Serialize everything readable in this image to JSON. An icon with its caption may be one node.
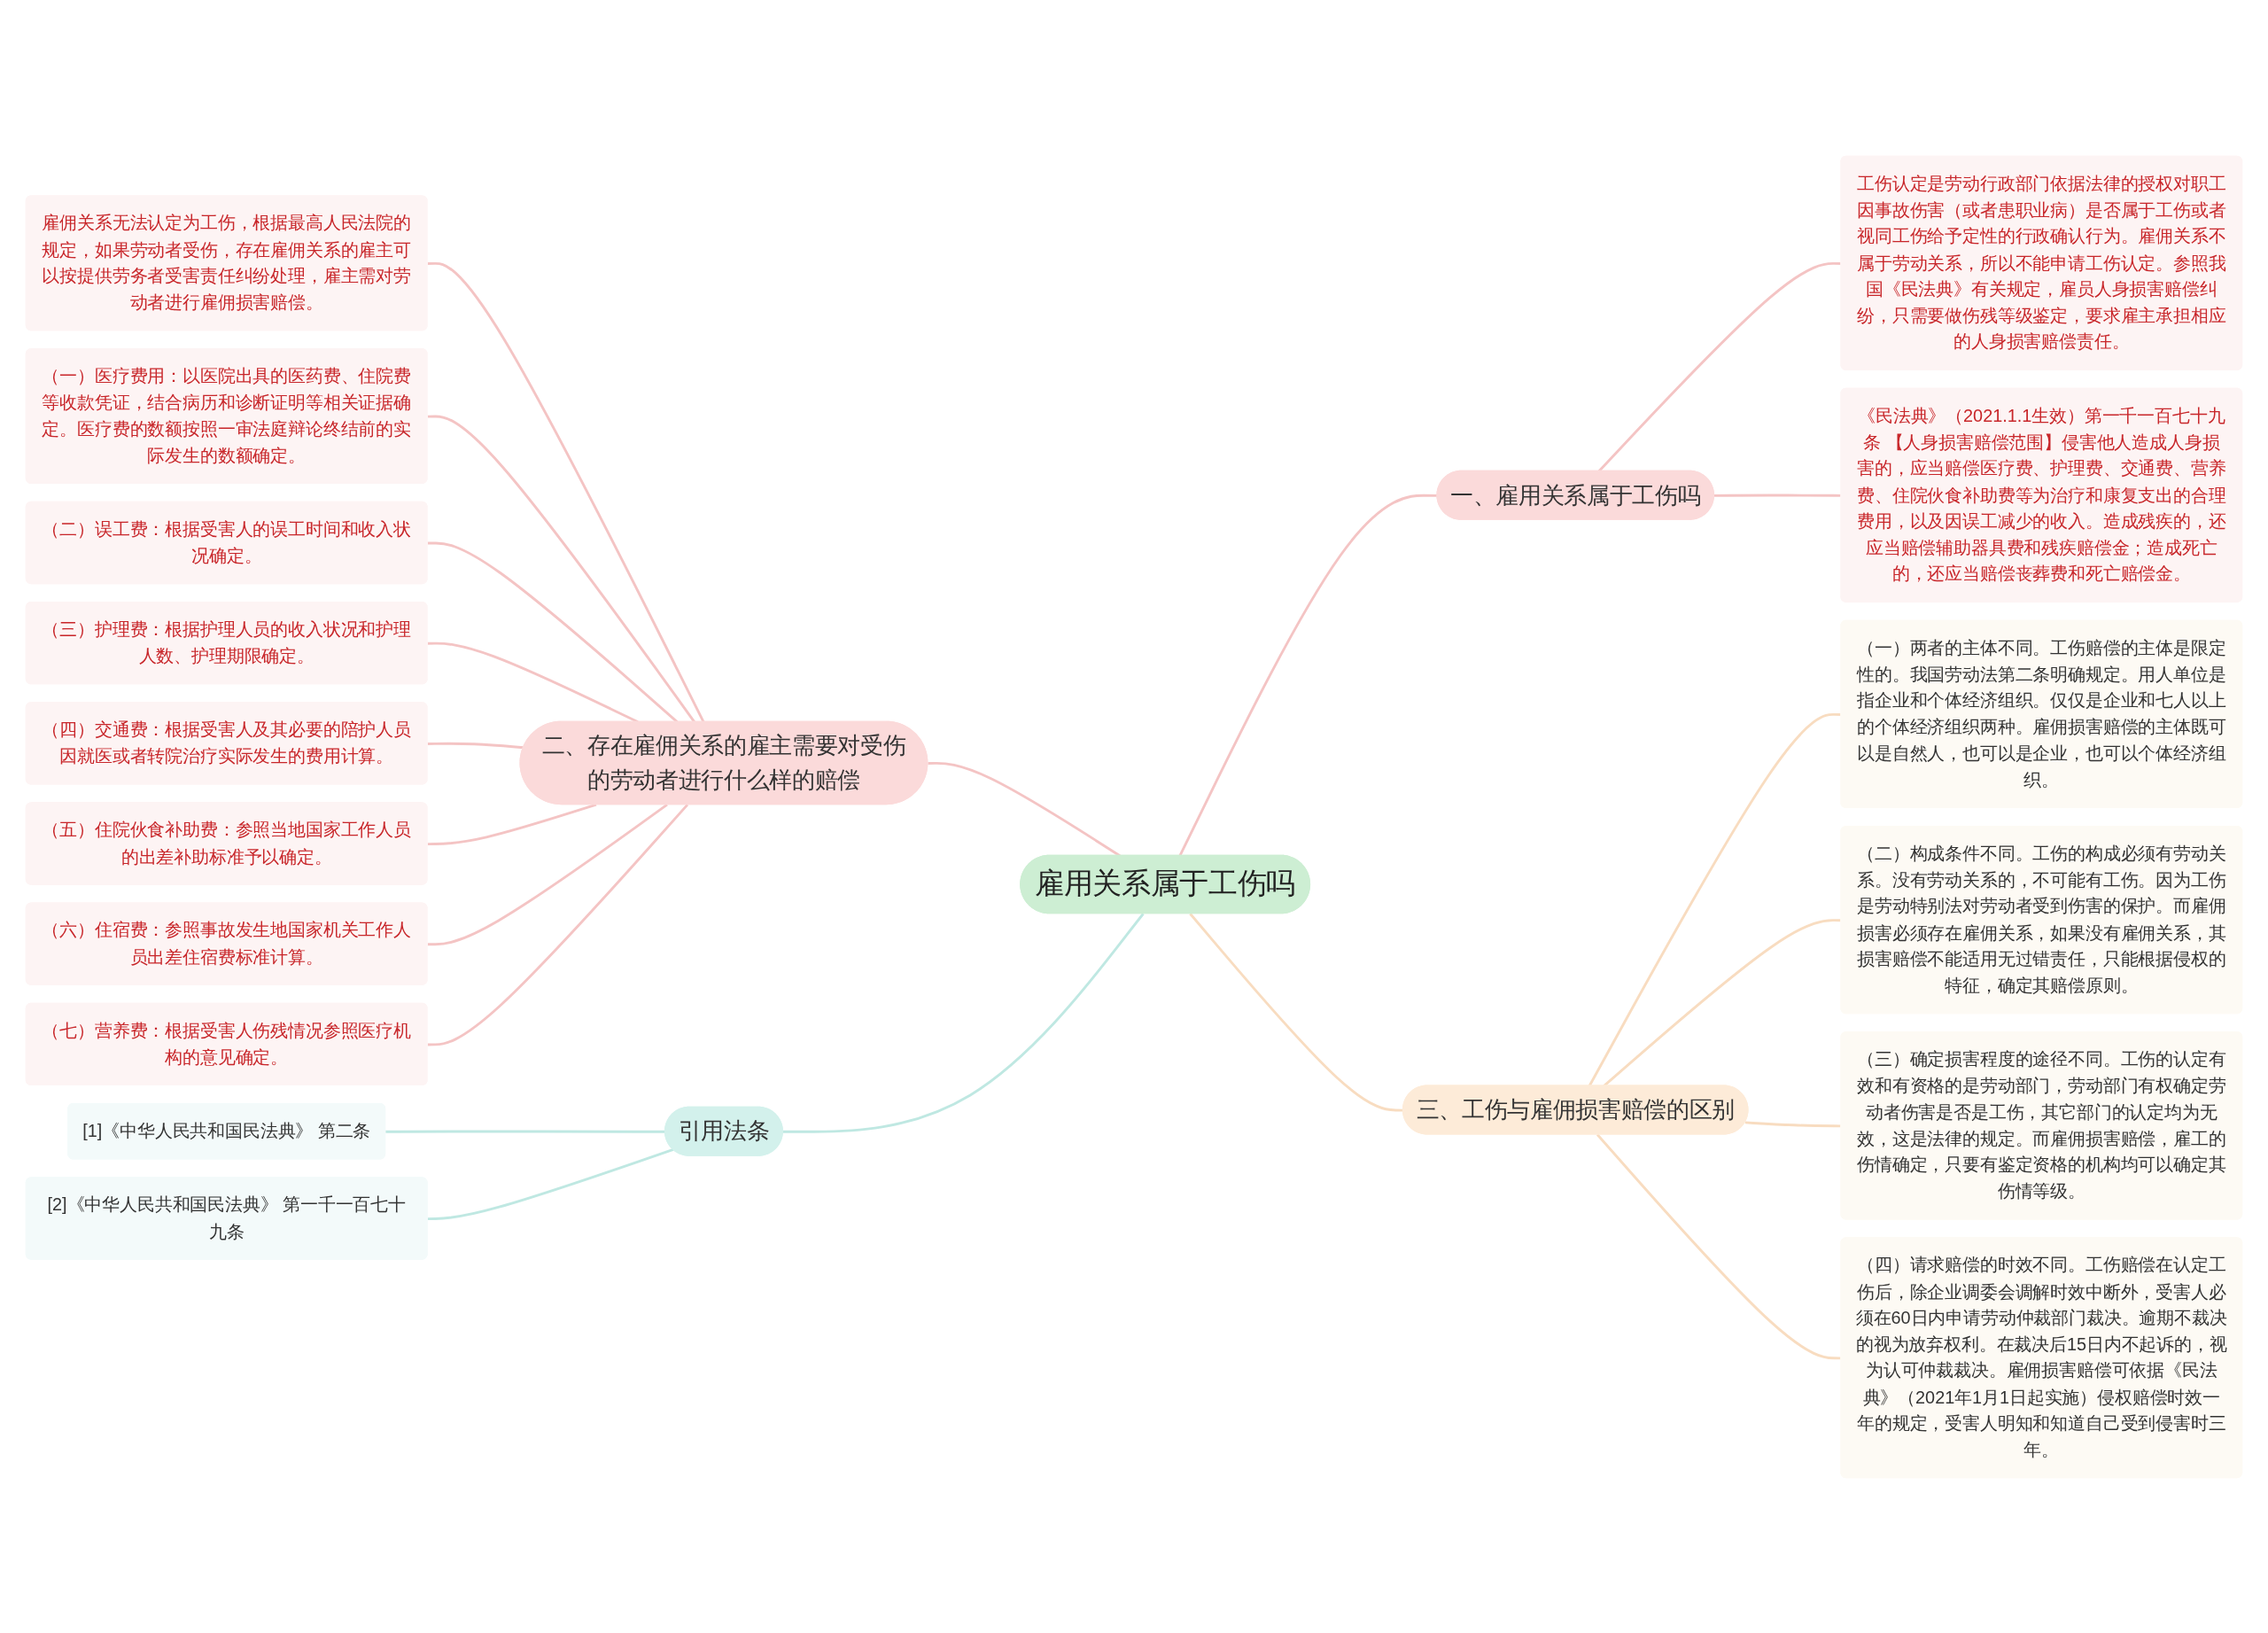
{
  "diagram": {
    "nodes": [
      {
        "text": [
          "雇用关系属于工伤吗"
        ]
      },
      {
        "text": [
          "一、雇用关系属于工伤吗"
        ]
      },
      {
        "text": [
          "工伤认定是劳动行政部门依据法律的授权对职工因事故伤害（或者患职业病）是否属于工伤或者视同工伤给予定性的行政确认行为。雇佣关系不属于劳动关系，所以不能申请工伤认定。参照我国《民法典》有关规定，雇员人身损害赔偿纠纷，只需要做伤残等级鉴定，要求雇主承担相应的人身损害赔偿责任。"
        ]
      },
      {
        "text": [
          "《民法典》（2021.1.1生效）第一千一百七十九条 【人身损害赔偿范围】侵害他人造成人身损害的，应当赔偿医疗费、护理费、交通费、营养费、住院伙食补助费等为治疗和康复支出的合理费用，以及因误工减少的收入。造成残疾的，还应当赔偿辅助器具费和残疾赔偿金；造成死亡的，还应当赔偿丧葬费和死亡赔偿金。"
        ]
      },
      {
        "text": [
          "二、存在雇佣关系的雇主需要对受伤的劳动者进行什么样的赔偿"
        ]
      },
      {
        "text": [
          "雇佣关系无法认定为工伤，根据最高人民法院的规定，如果劳动者受伤，存在雇佣关系的雇主可以按提供劳务者受害责任纠纷处理，雇主需对劳动者进行雇佣损害赔偿。"
        ]
      },
      {
        "text": [
          "（一）医疗费用：以医院出具的医药费、住院费等收款凭证，结合病历和诊断证明等相关证据确定。医疗费的数额按照一审法庭辩论终结前的实际发生的数额确定。"
        ]
      },
      {
        "text": [
          "（二）误工费：根据受害人的误工时间和收入状况确定。"
        ]
      },
      {
        "text": [
          "（三）护理费：根据护理人员的收入状况和护理人数、护理期限确定。"
        ]
      },
      {
        "text": [
          "（四）交通费：根据受害人及其必要的陪护人员因就医或者转院治疗实际发生的费用计算。"
        ]
      },
      {
        "text": [
          "（五）住院伙食补助费：参照当地国家工作人员的出差补助标准予以确定。"
        ]
      },
      {
        "text": [
          "（六）住宿费：参照事故发生地国家机关工作人员出差住宿费标准计算。"
        ]
      },
      {
        "text": [
          "（七）营养费：根据受害人伤残情况参照医疗机构的意见确定。"
        ]
      },
      {
        "text": [
          "三、工伤与雇佣损害赔偿的区别"
        ]
      },
      {
        "text": [
          "（一）两者的主体不同。工伤赔偿的主体是限定性的。我国劳动法第二条明确规定。用人单位是指企业和个体经济组织。仅仅是企业和七人以上的个体经济组织两种。雇佣损害赔偿的主体既可以是自然人，也可以是企业，也可以个体经济组织。"
        ]
      },
      {
        "text": [
          "（二）构成条件不同。工伤的构成必须有劳动关系。没有劳动关系的，不可能有工伤。因为工伤是劳动特别法对劳动者受到伤害的保护。而雇佣损害必须存在雇佣关系，如果没有雇佣关系，其损害赔偿不能适用无过错责任，只能根据侵权的特征，确定其赔偿原则。"
        ]
      },
      {
        "text": [
          "（三）确定损害程度的途径不同。工伤的认定有效和有资格的是劳动部门，劳动部门有权确定劳动者伤害是否是工伤，其它部门的认定均为无效，这是法律的规定。而雇佣损害赔偿，雇工的伤情确定，只要有鉴定资格的机构均可以确定其伤情等级。"
        ]
      },
      {
        "text": [
          "（四）请求赔偿的时效不同。工伤赔偿在认定工伤后，除企业调委会调解时效中断外，受害人必须在60日内申请劳动仲裁部门裁决。逾期不裁决的视为放弃权利。在裁决后15日内不起诉的，视为认可仲裁裁决。雇佣损害赔偿可依据《民法典》（2021年1月1日起实施）侵权赔偿时效一年的规定，受害人明知和知道自己受到侵害时三年。"
        ]
      },
      {
        "text": [
          "引用法条"
        ]
      },
      {
        "text": [
          "[1]《中华人民共和国民法典》 第二条"
        ]
      },
      {
        "text": [
          "[2]《中华人民共和国民法典》 第一千一百七十九条"
        ]
      }
    ],
    "edges": [
      {
        "from": 0,
        "to": 1,
        "arrow": "none"
      },
      {
        "from": 1,
        "to": 2,
        "arrow": "none"
      },
      {
        "from": 1,
        "to": 3,
        "arrow": "none"
      },
      {
        "from": 4,
        "to": 0,
        "arrow": "none"
      },
      {
        "from": 5,
        "to": 4,
        "arrow": "none"
      },
      {
        "from": 6,
        "to": 4,
        "arrow": "none"
      },
      {
        "from": 7,
        "to": 4,
        "arrow": "none"
      },
      {
        "from": 8,
        "to": 4,
        "arrow": "none"
      },
      {
        "from": 9,
        "to": 4,
        "arrow": "none"
      },
      {
        "from": 10,
        "to": 4,
        "arrow": "none"
      },
      {
        "from": 11,
        "to": 4,
        "arrow": "none"
      },
      {
        "from": 12,
        "to": 4,
        "arrow": "none"
      },
      {
        "from": 0,
        "to": 13,
        "arrow": "none",
        "color": "#f8dcc0"
      },
      {
        "from": 13,
        "to": 14,
        "arrow": "none",
        "color": "#f8dcc0"
      },
      {
        "from": 13,
        "to": 15,
        "arrow": "none",
        "color": "#f8dcc0"
      },
      {
        "from": 13,
        "to": 16,
        "arrow": "none",
        "color": "#f8dcc0"
      },
      {
        "from": 13,
        "to": 17,
        "arrow": "none",
        "color": "#f8dcc0"
      },
      {
        "from": 18,
        "to": 0,
        "arrow": "none",
        "color": "#bfe8e2"
      },
      {
        "from": 19,
        "to": 18,
        "arrow": "none",
        "color": "#bfe8e2"
      },
      {
        "from": 20,
        "to": 18,
        "arrow": "none",
        "color": "#bfe8e2"
      }
    ]
  }
}
